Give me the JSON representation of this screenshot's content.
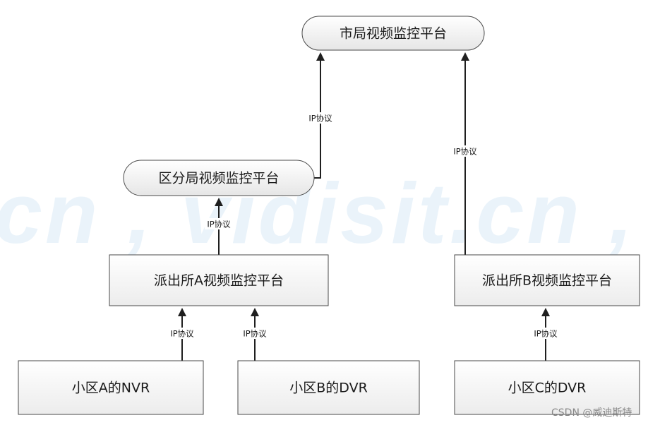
{
  "watermark": "cn , vidisit.cn , vi",
  "credit": "CSDN @威迪斯特",
  "colors": {
    "box_fill_top": "#ffffff",
    "box_fill_bottom": "#ececec",
    "border": "#4a4a4a",
    "line": "#1f1f1f",
    "watermark": "#e8f2fa"
  },
  "nodes": [
    {
      "id": "city",
      "label": "市局视频监控平台",
      "shape": "pill"
    },
    {
      "id": "district",
      "label": "区分局视频监控平台",
      "shape": "pill"
    },
    {
      "id": "station_a",
      "label": "派出所A视频监控平台",
      "shape": "rect"
    },
    {
      "id": "station_b",
      "label": "派出所B视频监控平台",
      "shape": "rect"
    },
    {
      "id": "community_a",
      "label": "小区A的NVR",
      "shape": "rect"
    },
    {
      "id": "community_b",
      "label": "小区B的DVR",
      "shape": "rect"
    },
    {
      "id": "community_c",
      "label": "小区C的DVR",
      "shape": "rect"
    }
  ],
  "edges": [
    {
      "from": "district",
      "to": "city",
      "label": "IP协议"
    },
    {
      "from": "station_b",
      "to": "city",
      "label": "IP协议"
    },
    {
      "from": "station_a",
      "to": "district",
      "label": "IP协议"
    },
    {
      "from": "community_a",
      "to": "station_a",
      "label": "IP协议"
    },
    {
      "from": "community_b",
      "to": "station_a",
      "label": "IP协议"
    },
    {
      "from": "community_c",
      "to": "station_b",
      "label": "IP协议"
    }
  ]
}
